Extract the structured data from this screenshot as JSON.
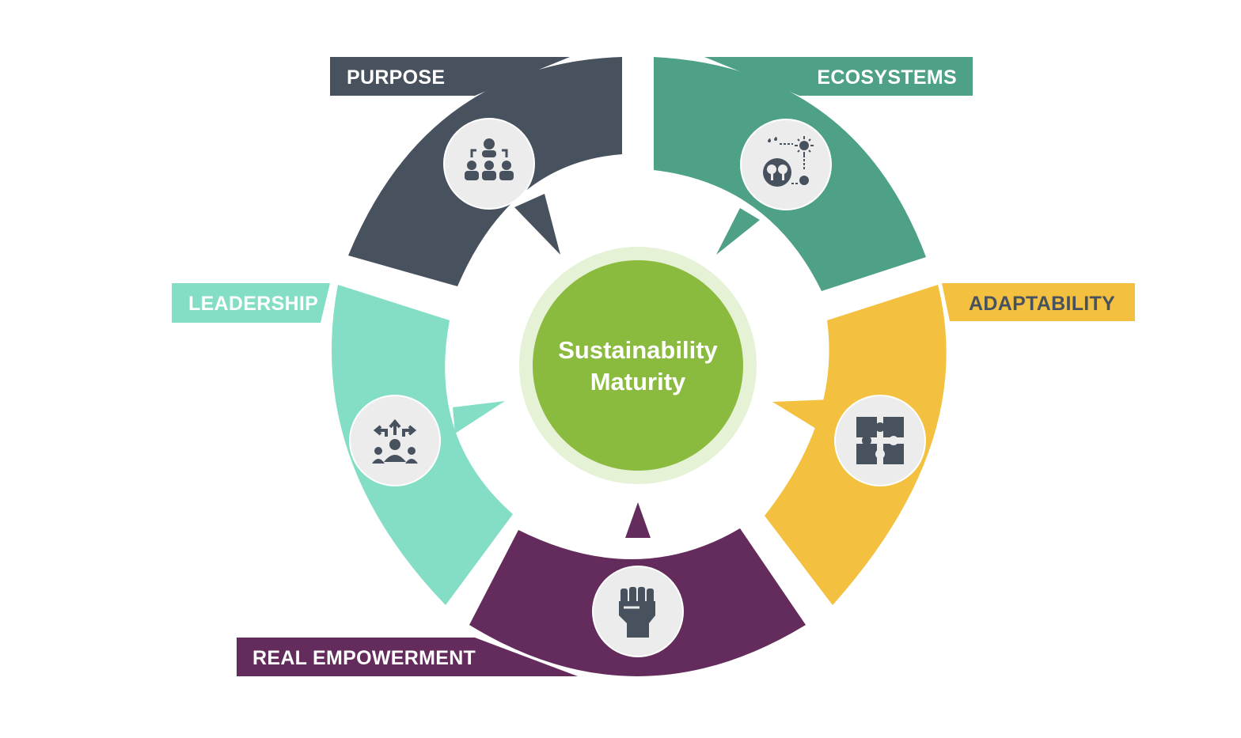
{
  "center": {
    "line1": "Sustainability",
    "line2": "Maturity",
    "color": "#8aba3e",
    "ring_color": "#e6f2d6"
  },
  "segments": [
    {
      "id": "purpose",
      "label": "PURPOSE",
      "color": "#47525e",
      "label_color": "#ffffff",
      "icon": "org-chart-team-icon"
    },
    {
      "id": "ecosystems",
      "label": "ECOSYSTEMS",
      "color": "#4ea087",
      "label_color": "#ffffff",
      "icon": "trees-water-sun-icon"
    },
    {
      "id": "adaptability",
      "label": "ADAPTABILITY",
      "color": "#f3c13f",
      "label_color": "#47525e",
      "icon": "puzzle-pieces-icon"
    },
    {
      "id": "real_empowerment",
      "label": "REAL EMPOWERMENT",
      "color": "#632c5c",
      "label_color": "#ffffff",
      "icon": "raised-fist-icon"
    },
    {
      "id": "leadership",
      "label": "LEADERSHIP",
      "color": "#83dec5",
      "label_color": "#ffffff",
      "icon": "leader-directions-icon"
    }
  ]
}
